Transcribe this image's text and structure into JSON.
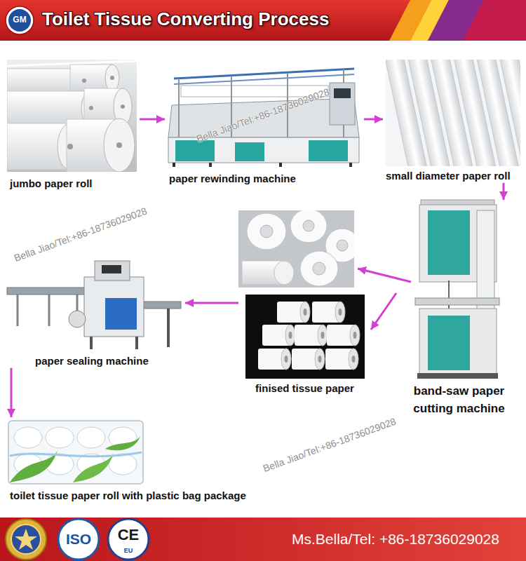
{
  "diagram": {
    "title": "Toilet Tissue Converting Process",
    "nodes": [
      {
        "text": [
          "jumbo paper roll"
        ]
      },
      {
        "text": [
          "paper rewinding machine"
        ]
      },
      {
        "text": [
          "small diameter paper roll"
        ]
      },
      {
        "text": [
          "band-saw paper cutting machine"
        ]
      },
      {
        "text": [
          "finised tissue paper"
        ]
      },
      {
        "text": [
          "paper sealing machine"
        ]
      },
      {
        "text": [
          "toilet tissue paper roll with plastic bag package"
        ]
      }
    ],
    "edges": [
      {
        "from": 0,
        "to": 1,
        "arrow": "to"
      },
      {
        "from": 1,
        "to": 2,
        "arrow": "to"
      },
      {
        "from": 2,
        "to": 3,
        "arrow": "to"
      },
      {
        "from": 3,
        "to": 4,
        "arrow": "to"
      },
      {
        "from": 4,
        "to": 5,
        "arrow": "to"
      },
      {
        "from": 5,
        "to": 6,
        "arrow": "to"
      }
    ],
    "labels": [
      "GM",
      "Bella Jiao/Tel:+86-18736029028",
      "Bella Jiao/Tel:+86-18736029028",
      "Bella Jiao/Tel:+86-18736029028",
      "ISO",
      "CE",
      "EU",
      "Ms.Bella/Tel: +86-18736029028"
    ]
  }
}
